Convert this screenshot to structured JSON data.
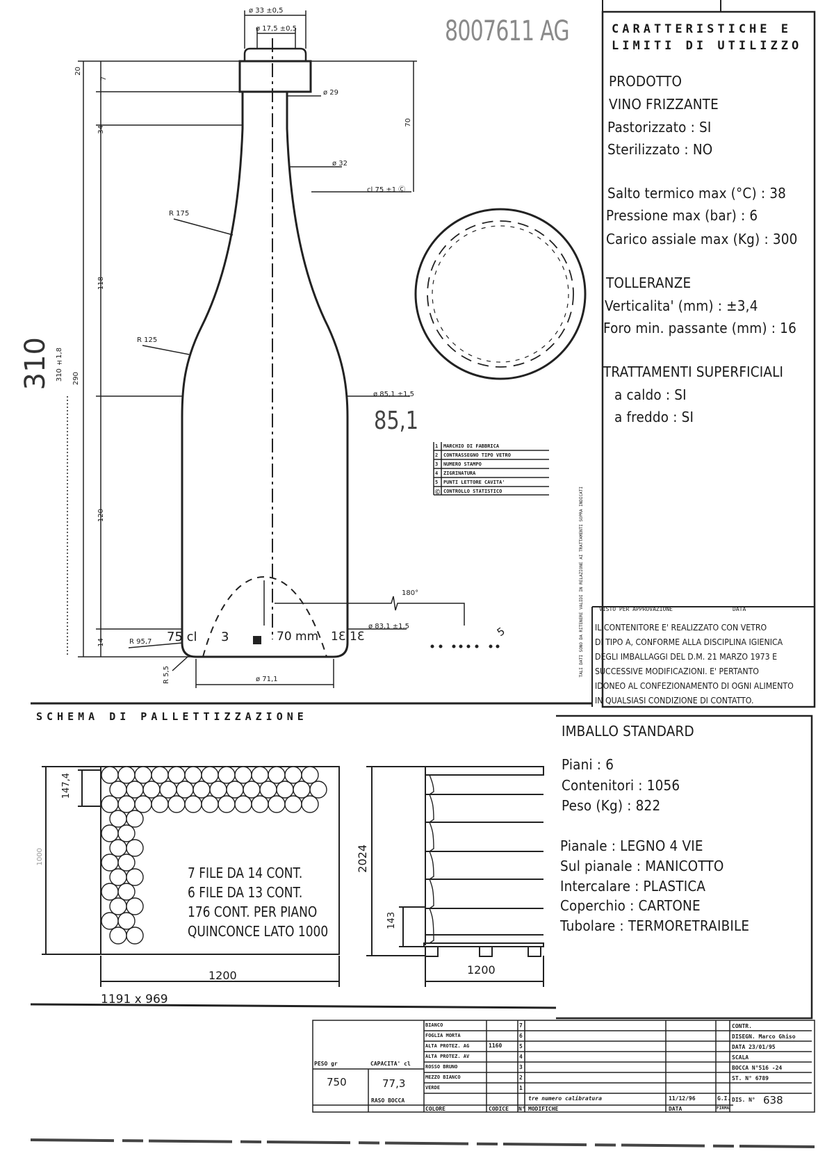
{
  "header": {
    "handwritten_code": "8007611 AG",
    "big_height": "310",
    "big_diameter": "85,1"
  },
  "bottle_dims": {
    "top_outer": "ø 33 ±0,5",
    "top_inner": "ø 17,5 ±0,5",
    "neck_29": "ø 29",
    "neck_32": "ø 32",
    "fill_level": "cl 75 ±1 Ⓒ",
    "body_dia": "ø 85,1 ±1,5",
    "base_dia": "ø 83,1 ±1,5",
    "bottom_dia": "ø 71,1",
    "r175": "R 175",
    "r125": "R 125",
    "r957": "R 95,7",
    "r55": "R 5,5",
    "total_h": "310 ±1,8",
    "h290": "290",
    "h20": "20",
    "h7": "7",
    "h34": "34",
    "h70": "70",
    "h118": "118",
    "h120": "120",
    "h14": "14",
    "angle": "180°",
    "engrave_cl": "75 cl",
    "engrave_3": "3",
    "engrave_mm": "70 mm",
    "engrave_e1": "1Ɛ",
    "engrave_e2": "1Ɛ",
    "engrave_5": "5"
  },
  "legend": [
    {
      "n": "1",
      "label": "MARCHIO DI FABBRICA"
    },
    {
      "n": "2",
      "label": "CONTRASSEGNO TIPO VETRO"
    },
    {
      "n": "3",
      "label": "NUMERO STAMPO"
    },
    {
      "n": "4",
      "label": "ZIGRINATURA"
    },
    {
      "n": "5",
      "label": "PUNTI LETTORE CAVITA'"
    },
    {
      "n": "Ⓒ",
      "label": "CONTROLLO STATISTICO"
    }
  ],
  "specs": {
    "title1": "CARATTERISTICHE E",
    "title2": "LIMITI DI UTILIZZO",
    "prodotto_h": "PRODOTTO",
    "prodotto": "VINO FRIZZANTE",
    "pastorizzato": "Pastorizzato : SI",
    "sterilizzato": "Sterilizzato : NO",
    "salto": "Salto termico max (°C) : 38",
    "pressione": "Pressione max (bar) : 6",
    "carico": "Carico assiale max (Kg) : 300",
    "tolleranze_h": "TOLLERANZE",
    "verticalita": "Verticalita' (mm) : ±3,4",
    "foro": "Foro min. passante (mm) : 16",
    "trattamenti_h": "TRATTAMENTI SUPERFICIALI",
    "caldo": "a caldo : SI",
    "freddo": "a freddo : SI",
    "side_note": "TALI DATI SONO DA RITENERE VALIDI IN RELAZIONE AI TRATTAMENTI SOPRA INDICATI",
    "visto": "VISTO PER APPROVAZIONE",
    "data": "DATA",
    "note": [
      "IL CONTENITORE E' REALIZZATO CON VETRO",
      "DI TIPO A, CONFORME ALLA DISCIPLINA IGIENICA",
      "DEGLI IMBALLAGGI DEL D.M. 21 MARZO 1973 E",
      "SUCCESSIVE MODIFICAZIONI. E' PERTANTO",
      "IDONEO AL CONFEZIONAMENTO DI OGNI ALIMENTO",
      "IN QUALSIASI CONDIZIONE DI CONTATTO."
    ]
  },
  "pallet": {
    "title": "SCHEMA DI PALLETTIZZAZIONE",
    "dim_147": "147,4",
    "dim_side": "1000",
    "text": [
      "7 FILE DA 14 CONT.",
      "6 FILE DA 13 CONT.",
      "176 CONT. PER PIANO",
      "QUINCONCE LATO 1000"
    ],
    "dim_1200_a": "1200",
    "dim_1200_b": "1200",
    "dim_2024": "2024",
    "dim_143": "143",
    "size": "1191 x 969"
  },
  "imballo": {
    "title": "IMBALLO STANDARD",
    "piani": "Piani : 6",
    "contenitori": "Contenitori : 1056",
    "peso": "Peso (Kg) : 822",
    "pianale": "Pianale : LEGNO 4 VIE",
    "sul_pianale": "Sul pianale : MANICOTTO",
    "intercalare": "Intercalare : PLASTICA",
    "coperchio": "Coperchio : CARTONE",
    "tubolare": "Tubolare : TERMORETRAIBILE"
  },
  "title_block": {
    "peso_label": "PESO gr",
    "peso_value": "750",
    "capacita_label": "CAPACITA' cl",
    "capacita_value": "77,3",
    "raso_bocca": "RASO BOCCA",
    "colori": [
      "BIANCO",
      "FOGLIA MORTA",
      "ALTA PROTEZ. AG",
      "ALTA PROTEZ. AV",
      "ROSSO BRUNO",
      "MEZZO BIANCO",
      "VERDE"
    ],
    "colore_label": "COLORE",
    "codice_label": "CODICE",
    "codice_value": "1160",
    "num_label": "N°",
    "revs": [
      "7",
      "6",
      "5",
      "4",
      "3",
      "2",
      "1"
    ],
    "modifiche_label": "MODIFICHE",
    "modifica_1": "tre numero calibratura",
    "data_label": "DATA",
    "data_1": "11/12/96",
    "firma_label": "FIRMA",
    "firma_1": "G.I.",
    "contr": "CONTR.",
    "disegn": "DISEGN. Marco Ghiso",
    "data2": "DATA 23/01/95",
    "scala": "SCALA",
    "bocca": "BOCCA N°516 -24",
    "st": "ST. N° 6789",
    "dis_label": "DIS. N°",
    "dis_value": "638"
  }
}
